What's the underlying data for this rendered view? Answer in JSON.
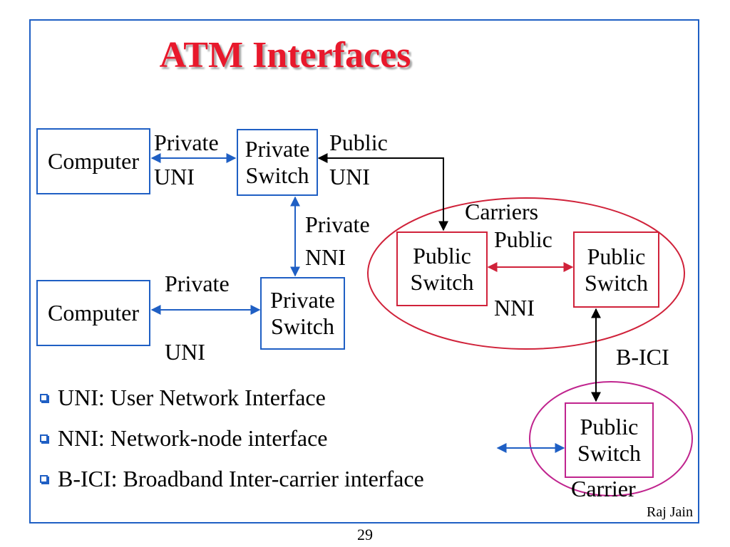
{
  "title": "ATM Interfaces",
  "nodes": {
    "computer_top": "Computer",
    "computer_bottom": "Computer",
    "private_switch_top": [
      "Private",
      "Switch"
    ],
    "private_switch_bottom": [
      "Private",
      "Switch"
    ],
    "public_switch_left": [
      "Public",
      "Switch"
    ],
    "public_switch_right": [
      "Public",
      "Switch"
    ],
    "public_switch_carrier": [
      "Public",
      "Switch"
    ]
  },
  "labels": {
    "private_uni_top": [
      "Private",
      "UNI"
    ],
    "public_uni": [
      "Public",
      "UNI"
    ],
    "private_nni": [
      "Private",
      "NNI"
    ],
    "private_uni_bottom": [
      "Private",
      "UNI"
    ],
    "carriers": "Carriers",
    "public_nni": [
      "Public",
      "NNI"
    ],
    "b_ici": "B-ICI",
    "carrier": "Carrier"
  },
  "bullets": [
    "UNI: User Network Interface",
    "NNI: Network-node interface",
    "B-ICI: Broadband Inter-carrier interface"
  ],
  "author": "Raj Jain",
  "page_number": "29",
  "colors": {
    "title": "#e8192c",
    "frame": "#1f5fc4",
    "blue_link": "#1f5fc4",
    "red_link": "#d0223a",
    "carrier_oval": "#c0248e"
  }
}
